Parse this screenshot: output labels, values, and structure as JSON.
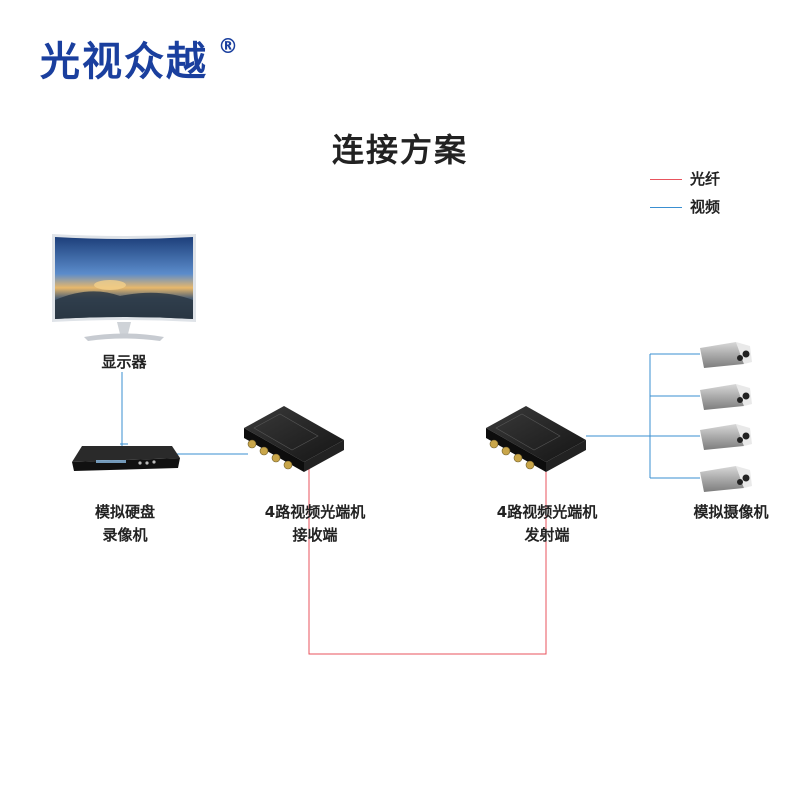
{
  "brand": {
    "name": "光视众越",
    "mark": "®"
  },
  "title": "连接方案",
  "legend": [
    {
      "label": "光纤",
      "color": "#e8535d"
    },
    {
      "label": "视频",
      "color": "#3a8fd1"
    }
  ],
  "devices": {
    "monitor": {
      "label": "显示器",
      "icon": "monitor-icon"
    },
    "dvr": {
      "label_line1": "模拟硬盘",
      "label_line2": "录像机",
      "icon": "dvr-icon"
    },
    "receiver": {
      "label_line1": "4路视频光端机",
      "label_line2": "接收端",
      "icon": "optical-transceiver-icon"
    },
    "transmitter": {
      "label_line1": "4路视频光端机",
      "label_line2": "发射端",
      "icon": "optical-transceiver-icon"
    },
    "cameras": {
      "label": "模拟摄像机",
      "count": 4,
      "icon": "camera-icon"
    }
  }
}
